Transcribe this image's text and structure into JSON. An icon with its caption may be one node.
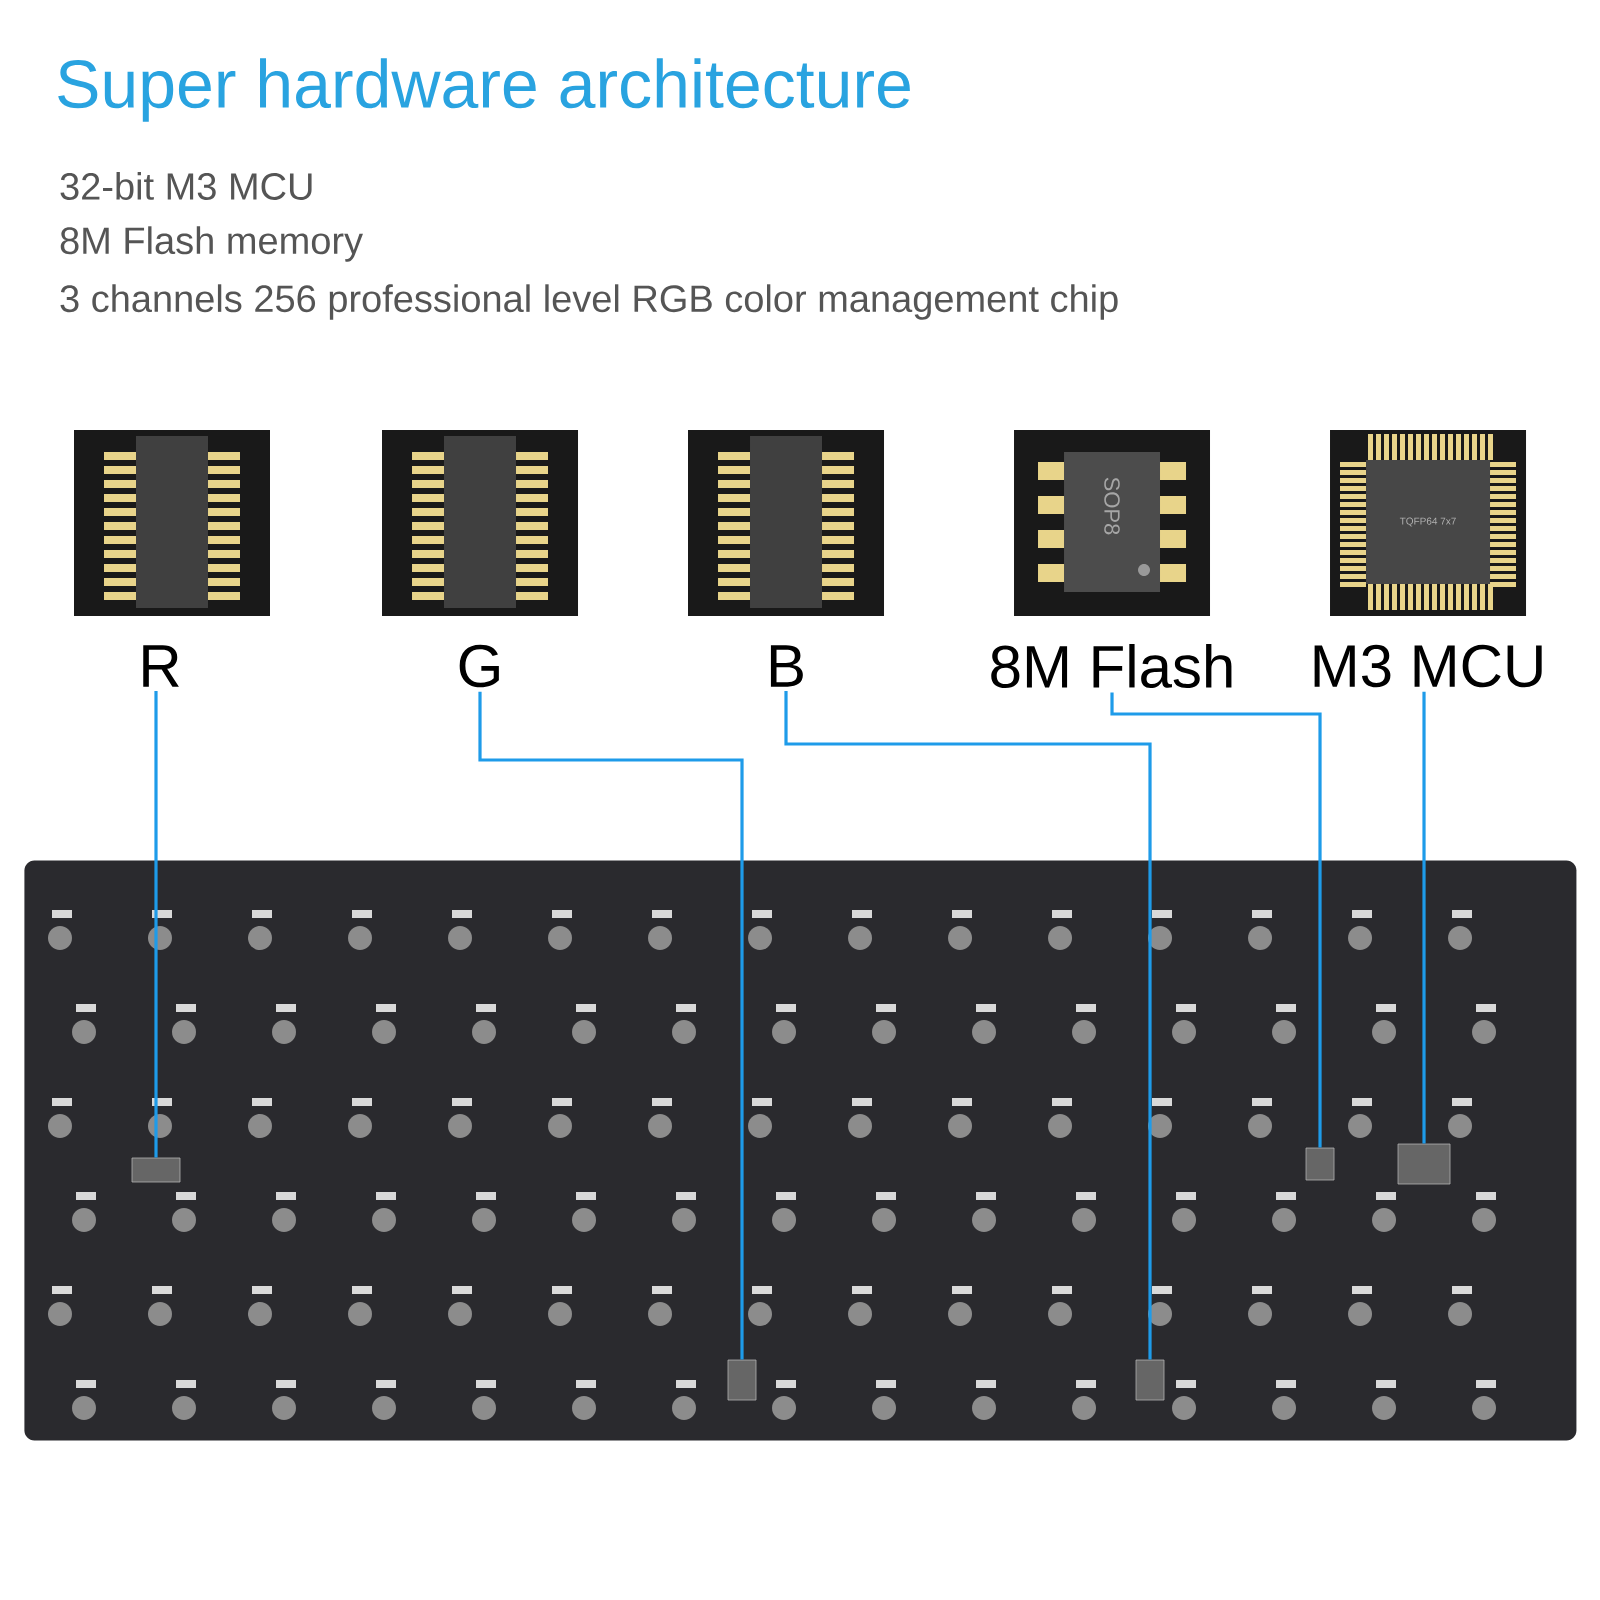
{
  "diagram": {
    "title": "Super hardware architecture",
    "nodes": [
      {
        "text": [
          "R"
        ]
      },
      {
        "text": [
          "G"
        ]
      },
      {
        "text": [
          "B"
        ]
      },
      {
        "text": [
          "8M Flash"
        ]
      },
      {
        "text": [
          "M3 MCU"
        ]
      },
      {
        "text": [],
        "shape": "picture"
      },
      {
        "text": [],
        "shape": "box",
        "in": 5
      },
      {
        "text": [],
        "shape": "box",
        "in": 5
      },
      {
        "text": [],
        "shape": "box",
        "in": 5
      },
      {
        "text": [],
        "shape": "box",
        "in": 5
      },
      {
        "text": [],
        "shape": "box",
        "in": 5
      }
    ],
    "edges": [
      {
        "from": 0,
        "to": 6,
        "arrow": "none"
      },
      {
        "from": 1,
        "to": 7,
        "arrow": "none"
      },
      {
        "from": 2,
        "to": 8,
        "arrow": "none"
      },
      {
        "from": 3,
        "to": 9,
        "arrow": "none"
      },
      {
        "from": 4,
        "to": 10,
        "arrow": "none"
      }
    ],
    "labels": [
      "32-bit M3 MCU",
      "8M Flash memory",
      "3 channels 256 professional level RGB color management chip",
      "SOP8",
      "TQFP64 7x7"
    ]
  }
}
